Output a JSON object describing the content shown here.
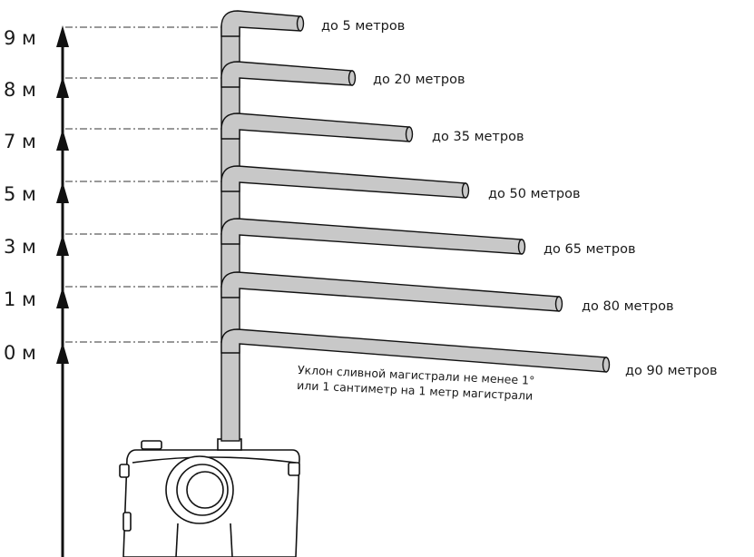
{
  "levels": [
    {
      "label": "9 м",
      "distance": "до 5 метров"
    },
    {
      "label": "8 м",
      "distance": "до 20 метров"
    },
    {
      "label": "7 м",
      "distance": "до 35 метров"
    },
    {
      "label": "5 м",
      "distance": "до 50 метров"
    },
    {
      "label": "3 м",
      "distance": "до 65 метров"
    },
    {
      "label": "1 м",
      "distance": "до 80 метров"
    },
    {
      "label": "0 м",
      "distance": "до 90 метров"
    }
  ],
  "note": {
    "line1": "Уклон сливной магистрали не менее 1°",
    "line2": "или 1 сантиметр на 1 метр магистрали"
  },
  "colors": {
    "pipe_fill": "#c8c8c8",
    "stroke": "#1a1a1a",
    "dash": "#333333"
  }
}
